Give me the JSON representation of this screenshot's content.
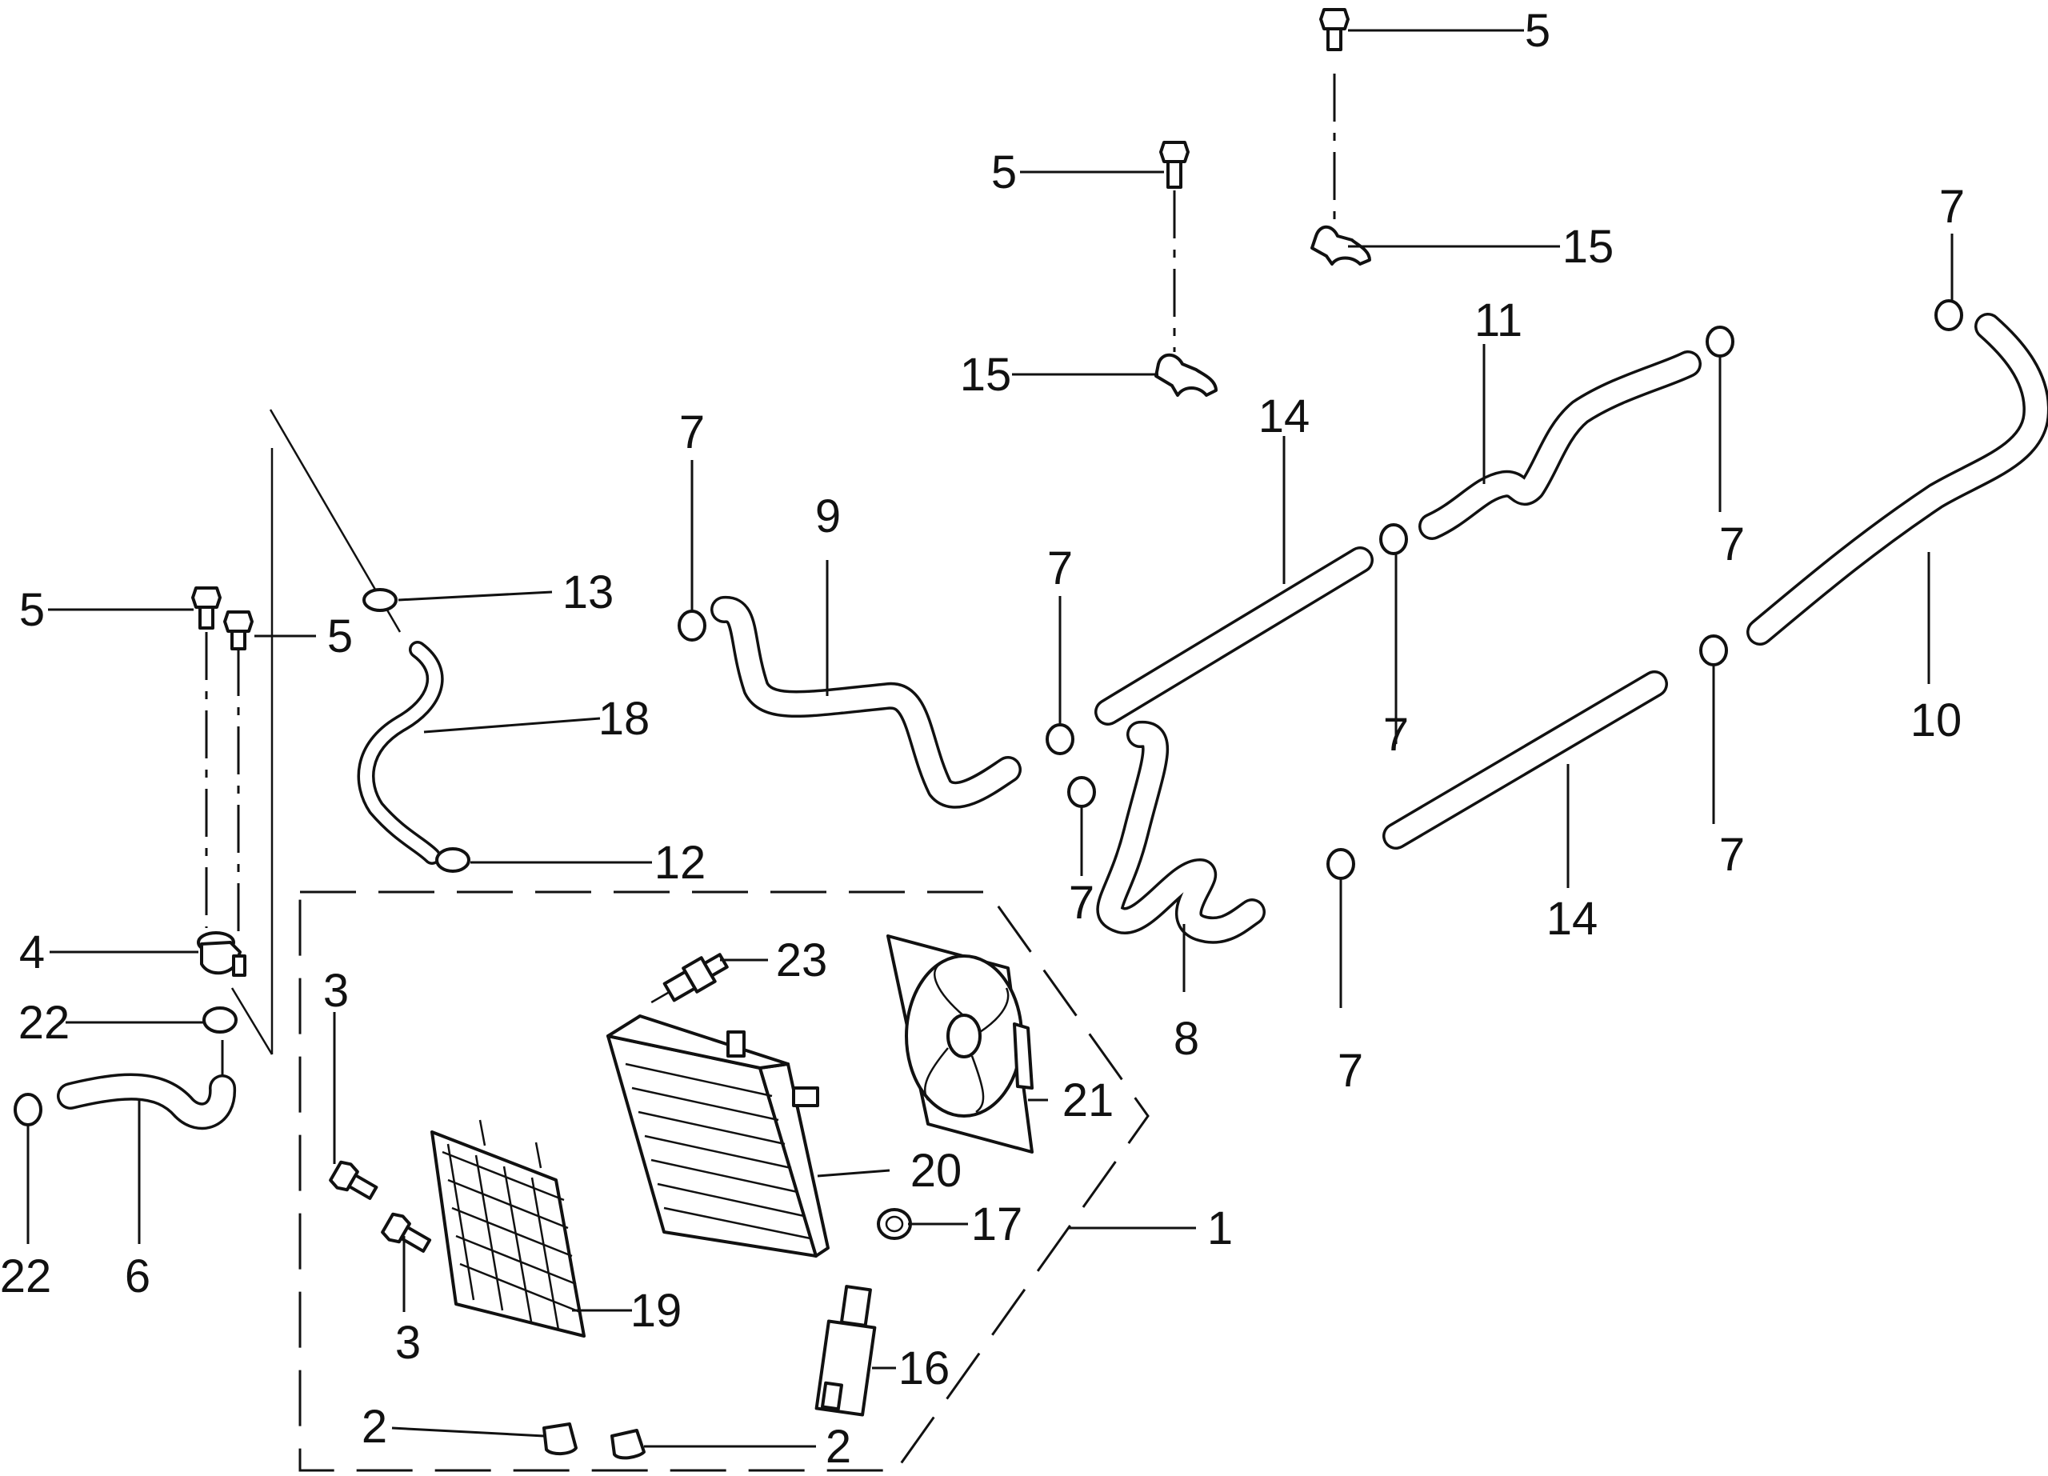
{
  "callouts": [
    {
      "id": "c1",
      "label": "1"
    },
    {
      "id": "c2a",
      "label": "2"
    },
    {
      "id": "c2b",
      "label": "2"
    },
    {
      "id": "c3a",
      "label": "3"
    },
    {
      "id": "c3b",
      "label": "3"
    },
    {
      "id": "c4",
      "label": "4"
    },
    {
      "id": "c5a",
      "label": "5"
    },
    {
      "id": "c5b",
      "label": "5"
    },
    {
      "id": "c5c",
      "label": "5"
    },
    {
      "id": "c5d",
      "label": "5"
    },
    {
      "id": "c6",
      "label": "6"
    },
    {
      "id": "c7a",
      "label": "7"
    },
    {
      "id": "c7b",
      "label": "7"
    },
    {
      "id": "c7c",
      "label": "7"
    },
    {
      "id": "c7d",
      "label": "7"
    },
    {
      "id": "c7e",
      "label": "7"
    },
    {
      "id": "c7f",
      "label": "7"
    },
    {
      "id": "c7g",
      "label": "7"
    },
    {
      "id": "c7h",
      "label": "7"
    },
    {
      "id": "c7i",
      "label": "7"
    },
    {
      "id": "c8",
      "label": "8"
    },
    {
      "id": "c9",
      "label": "9"
    },
    {
      "id": "c10",
      "label": "10"
    },
    {
      "id": "c11",
      "label": "11"
    },
    {
      "id": "c12",
      "label": "12"
    },
    {
      "id": "c13",
      "label": "13"
    },
    {
      "id": "c14a",
      "label": "14"
    },
    {
      "id": "c14b",
      "label": "14"
    },
    {
      "id": "c15a",
      "label": "15"
    },
    {
      "id": "c15b",
      "label": "15"
    },
    {
      "id": "c16",
      "label": "16"
    },
    {
      "id": "c17",
      "label": "17"
    },
    {
      "id": "c18",
      "label": "18"
    },
    {
      "id": "c19",
      "label": "19"
    },
    {
      "id": "c20",
      "label": "20"
    },
    {
      "id": "c21",
      "label": "21"
    },
    {
      "id": "c22a",
      "label": "22"
    },
    {
      "id": "c22b",
      "label": "22"
    },
    {
      "id": "c23",
      "label": "23"
    }
  ],
  "colors": {
    "ink": "#111111",
    "paper": "#ffffff"
  }
}
